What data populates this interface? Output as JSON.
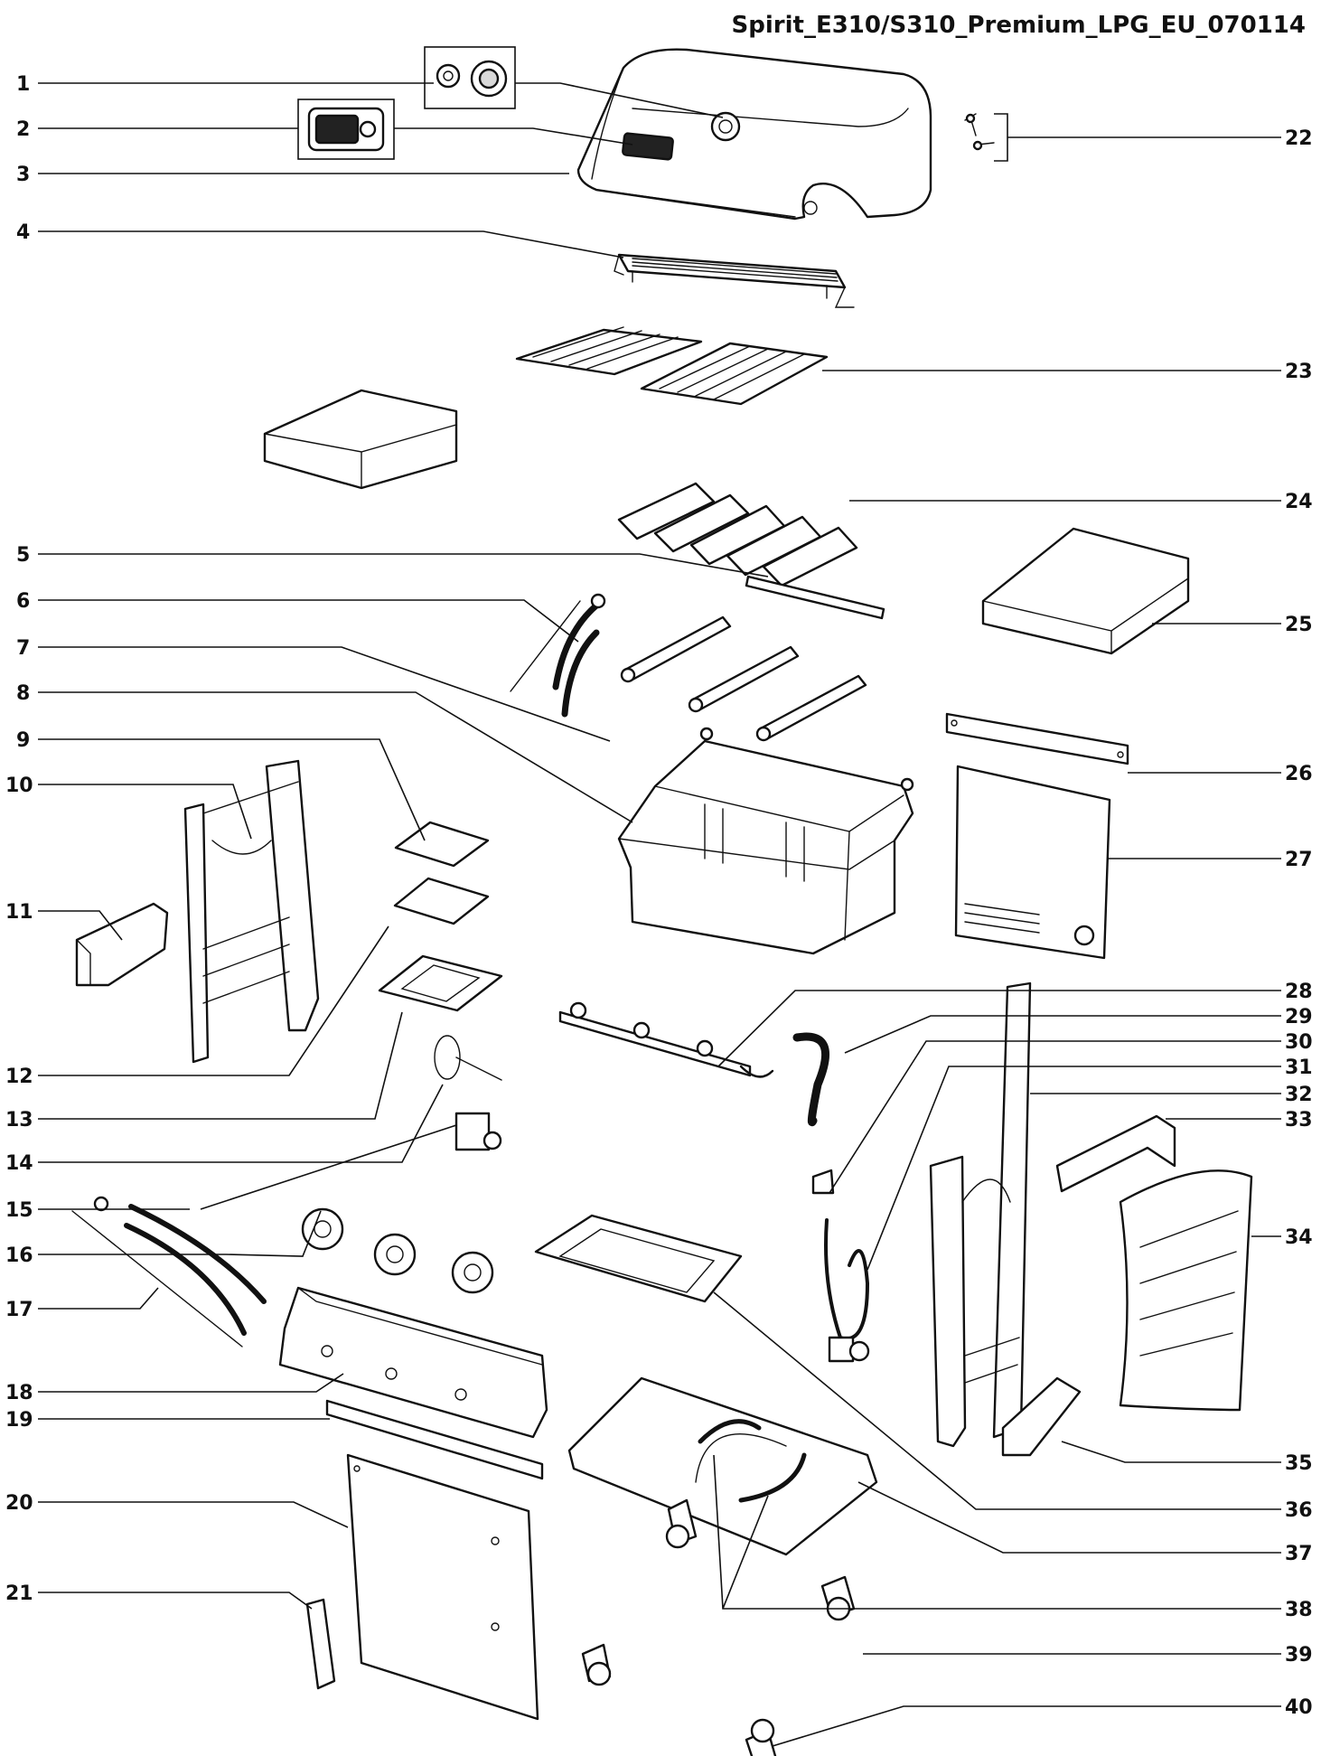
{
  "title": "Spirit_E310/S310_Premium_LPG_EU_070114",
  "callouts": [
    "1",
    "2",
    "3",
    "4",
    "5",
    "6",
    "7",
    "8",
    "9",
    "10",
    "11",
    "12",
    "13",
    "14",
    "15",
    "16",
    "17",
    "18",
    "19",
    "20",
    "21",
    "22",
    "23",
    "24",
    "25",
    "26",
    "27",
    "28",
    "29",
    "30",
    "31",
    "32",
    "33",
    "34",
    "35",
    "36",
    "37",
    "38",
    "39",
    "40"
  ]
}
